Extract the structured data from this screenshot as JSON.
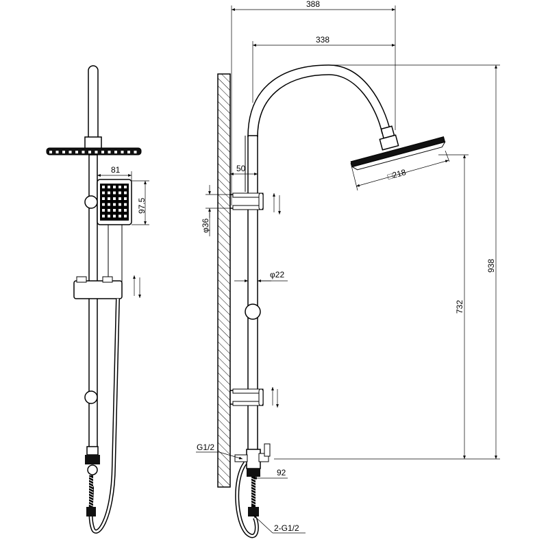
{
  "dimensions": {
    "total_width": "388",
    "arm_width": "338",
    "total_height": "938",
    "head_height": "732",
    "wall_offset": "50",
    "bar_diameter": "φ22",
    "bracket_diameter": "φ36",
    "head_size": "□218",
    "handset_width": "81",
    "handset_height": "97.5",
    "outlet_spacing": "92",
    "inlet_thread": "G1/2",
    "hose_thread": "2-G1/2"
  },
  "colors": {
    "line": "#000000",
    "background": "#ffffff"
  }
}
